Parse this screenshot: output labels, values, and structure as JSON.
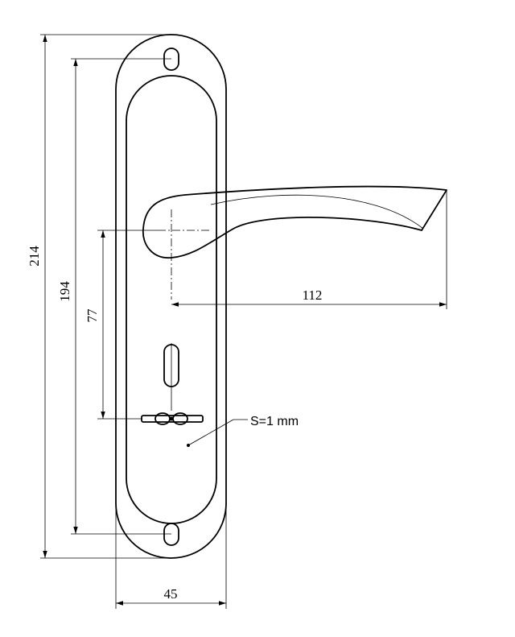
{
  "dimensions": {
    "overall_height": "214",
    "hole_spacing": "194",
    "handle_to_keyhole": "77",
    "lever_length": "112",
    "plate_width": "45"
  },
  "annotation": {
    "thickness": "S=1 mm"
  }
}
